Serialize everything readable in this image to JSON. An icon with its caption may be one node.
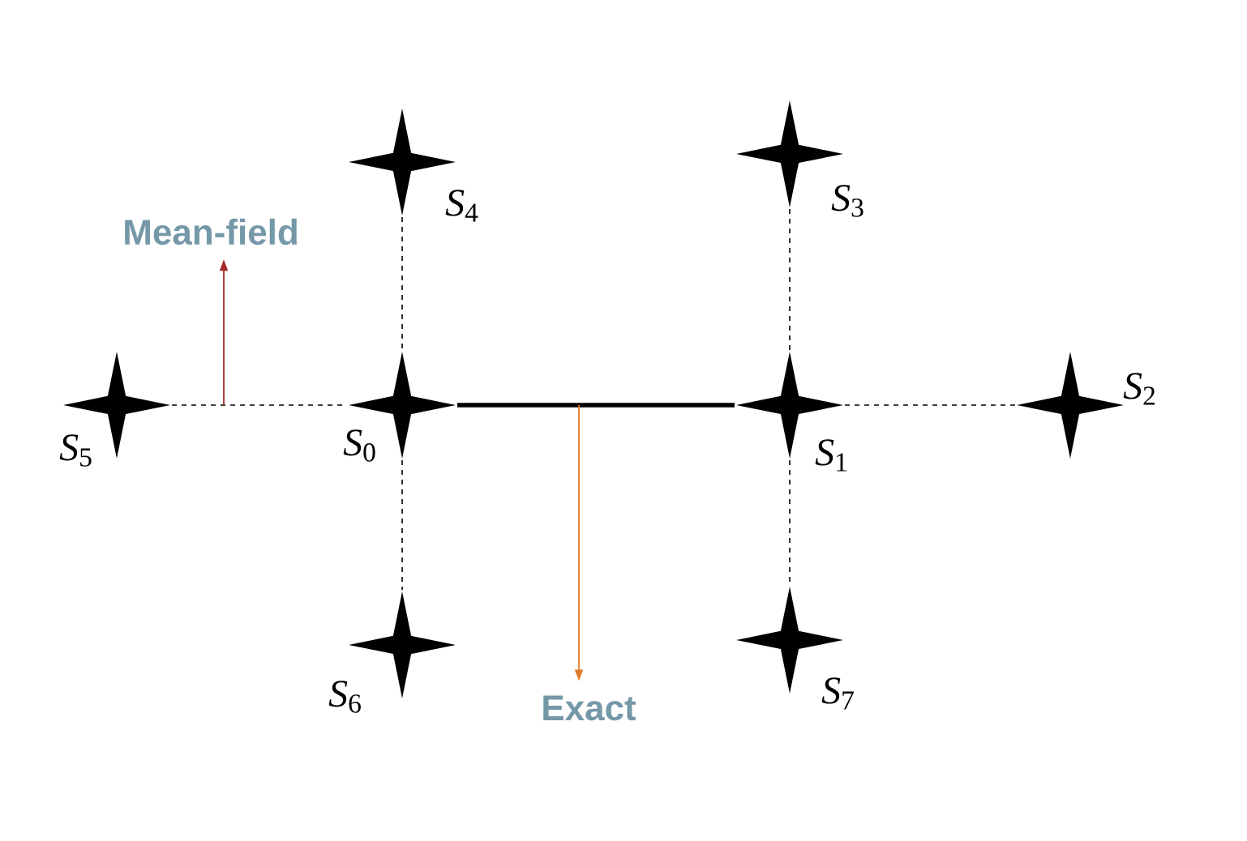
{
  "diagram": {
    "nodes": [
      {
        "text": [],
        "shape": "star",
        "beside": [
          "*S*$_{0}$"
        ]
      },
      {
        "text": [],
        "shape": "star",
        "beside": [
          "*S*$_{1}$"
        ]
      },
      {
        "text": [],
        "shape": "star",
        "beside": [
          "*S*$_{2}$"
        ]
      },
      {
        "text": [],
        "shape": "star",
        "beside": [
          "*S*$_{3}$"
        ]
      },
      {
        "text": [],
        "shape": "star",
        "beside": [
          "*S*$_{4}$"
        ]
      },
      {
        "text": [],
        "shape": "star",
        "beside": [
          "*S*$_{5}$"
        ]
      },
      {
        "text": [],
        "shape": "star",
        "beside": [
          "*S*$_{6}$"
        ]
      },
      {
        "text": [],
        "shape": "star",
        "beside": [
          "*S*$_{7}$"
        ]
      },
      {
        "text": [
          "Mean-field"
        ]
      },
      {
        "text": [
          "Exact"
        ]
      }
    ],
    "edges": [
      {
        "from": 0,
        "to": 1,
        "arrow": "none",
        "style": "thick"
      },
      {
        "from": 5,
        "to": 0,
        "arrow": "none",
        "style": "dashed"
      },
      {
        "from": 1,
        "to": 2,
        "arrow": "none",
        "style": "dashed"
      },
      {
        "from": 4,
        "to": 0,
        "arrow": "none",
        "style": "dashed"
      },
      {
        "from": 0,
        "to": 6,
        "arrow": "none",
        "style": "dashed"
      },
      {
        "from": 3,
        "to": 1,
        "arrow": "none",
        "style": "dashed"
      },
      {
        "from": 1,
        "to": 7,
        "arrow": "none",
        "style": "dashed"
      },
      {
        "from": null,
        "to": 8,
        "arrow": "to",
        "color": "#a52a2a"
      },
      {
        "from": null,
        "to": 9,
        "arrow": "to",
        "color": "#e07a2a"
      }
    ]
  }
}
